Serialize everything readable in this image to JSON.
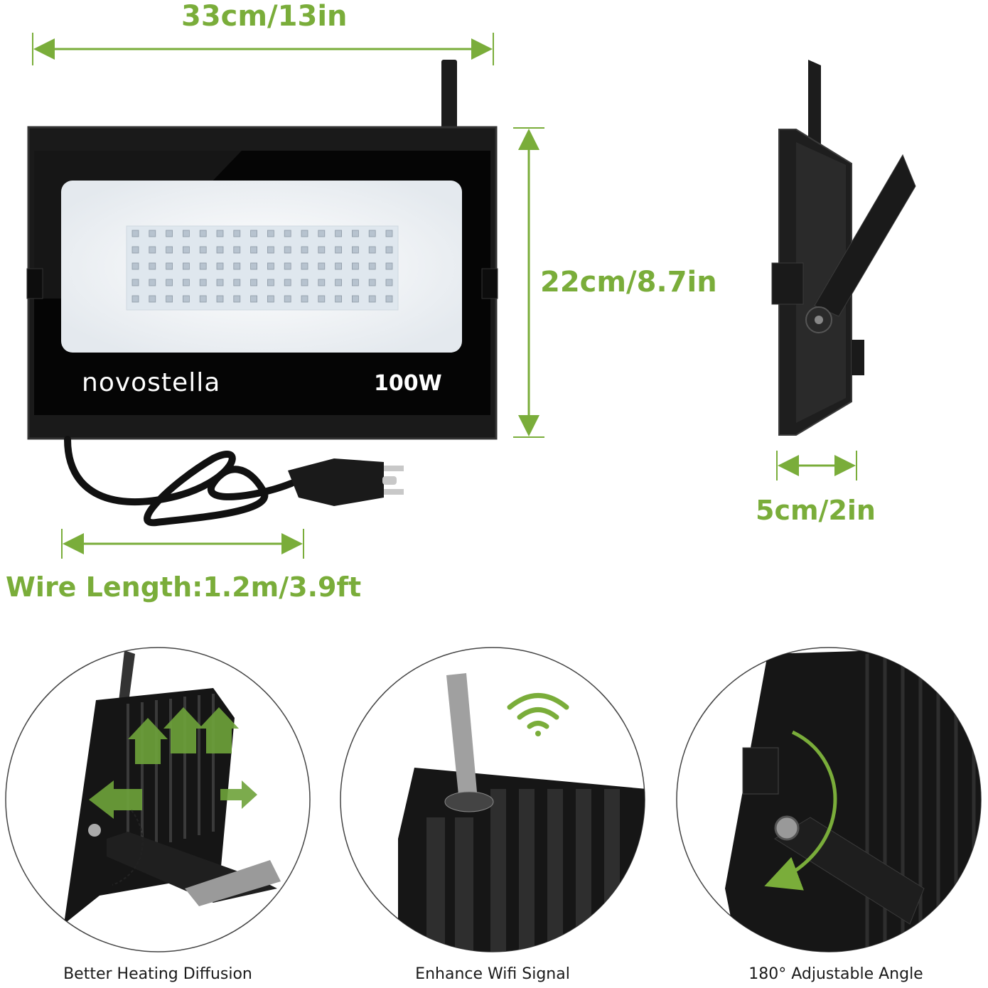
{
  "dimensions": {
    "width": "33cm/13in",
    "height": "22cm/8.7in",
    "depth": "5cm/2in",
    "wire": "Wire Length:1.2m/3.9ft"
  },
  "product": {
    "brand": "novostella",
    "wattage": "100W"
  },
  "features": [
    {
      "caption": "Better Heating Diffusion",
      "icon": "airflow-arrows-icon"
    },
    {
      "caption": "Enhance Wifi Signal",
      "icon": "wifi-icon"
    },
    {
      "caption": "180° Adjustable Angle",
      "icon": "rotation-arrow-icon"
    }
  ],
  "colors": {
    "accent": "#7aad3a",
    "housing": "#1c1c1c",
    "panel": "#f2f5f7"
  }
}
